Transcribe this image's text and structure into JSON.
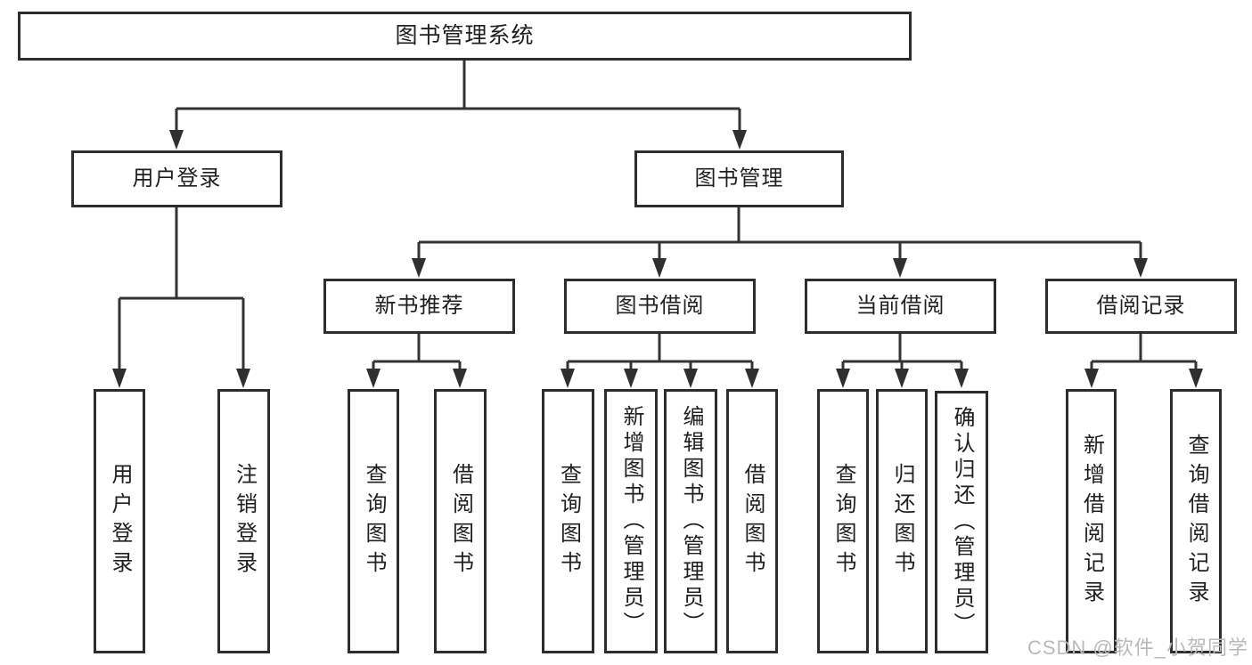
{
  "diagram_title": "图书管理系统",
  "tree": {
    "label": "图书管理系统",
    "children": [
      {
        "label": "用户登录",
        "children": [
          {
            "label": "用户登录"
          },
          {
            "label": "注销登录"
          }
        ]
      },
      {
        "label": "图书管理",
        "children": [
          {
            "label": "新书推荐",
            "children": [
              {
                "label": "查询图书"
              },
              {
                "label": "借阅图书"
              }
            ]
          },
          {
            "label": "图书借阅",
            "children": [
              {
                "label": "查询图书"
              },
              {
                "label": "新增图书（管理员）"
              },
              {
                "label": "编辑图书（管理员）"
              },
              {
                "label": "借阅图书"
              }
            ]
          },
          {
            "label": "当前借阅",
            "children": [
              {
                "label": "查询图书"
              },
              {
                "label": "归还图书"
              },
              {
                "label": "确认归还（管理员）"
              }
            ]
          },
          {
            "label": "借阅记录",
            "children": [
              {
                "label": "新增借阅记录"
              },
              {
                "label": "查询借阅记录"
              }
            ]
          }
        ]
      }
    ]
  },
  "watermark": {
    "text": "CSDN @软件_小贺同学"
  },
  "colors": {
    "line": "#333333",
    "box_border": "#2d2d2d",
    "background": "#ffffff",
    "text": "#1f1f1f",
    "watermark": "#b9b9b9"
  }
}
